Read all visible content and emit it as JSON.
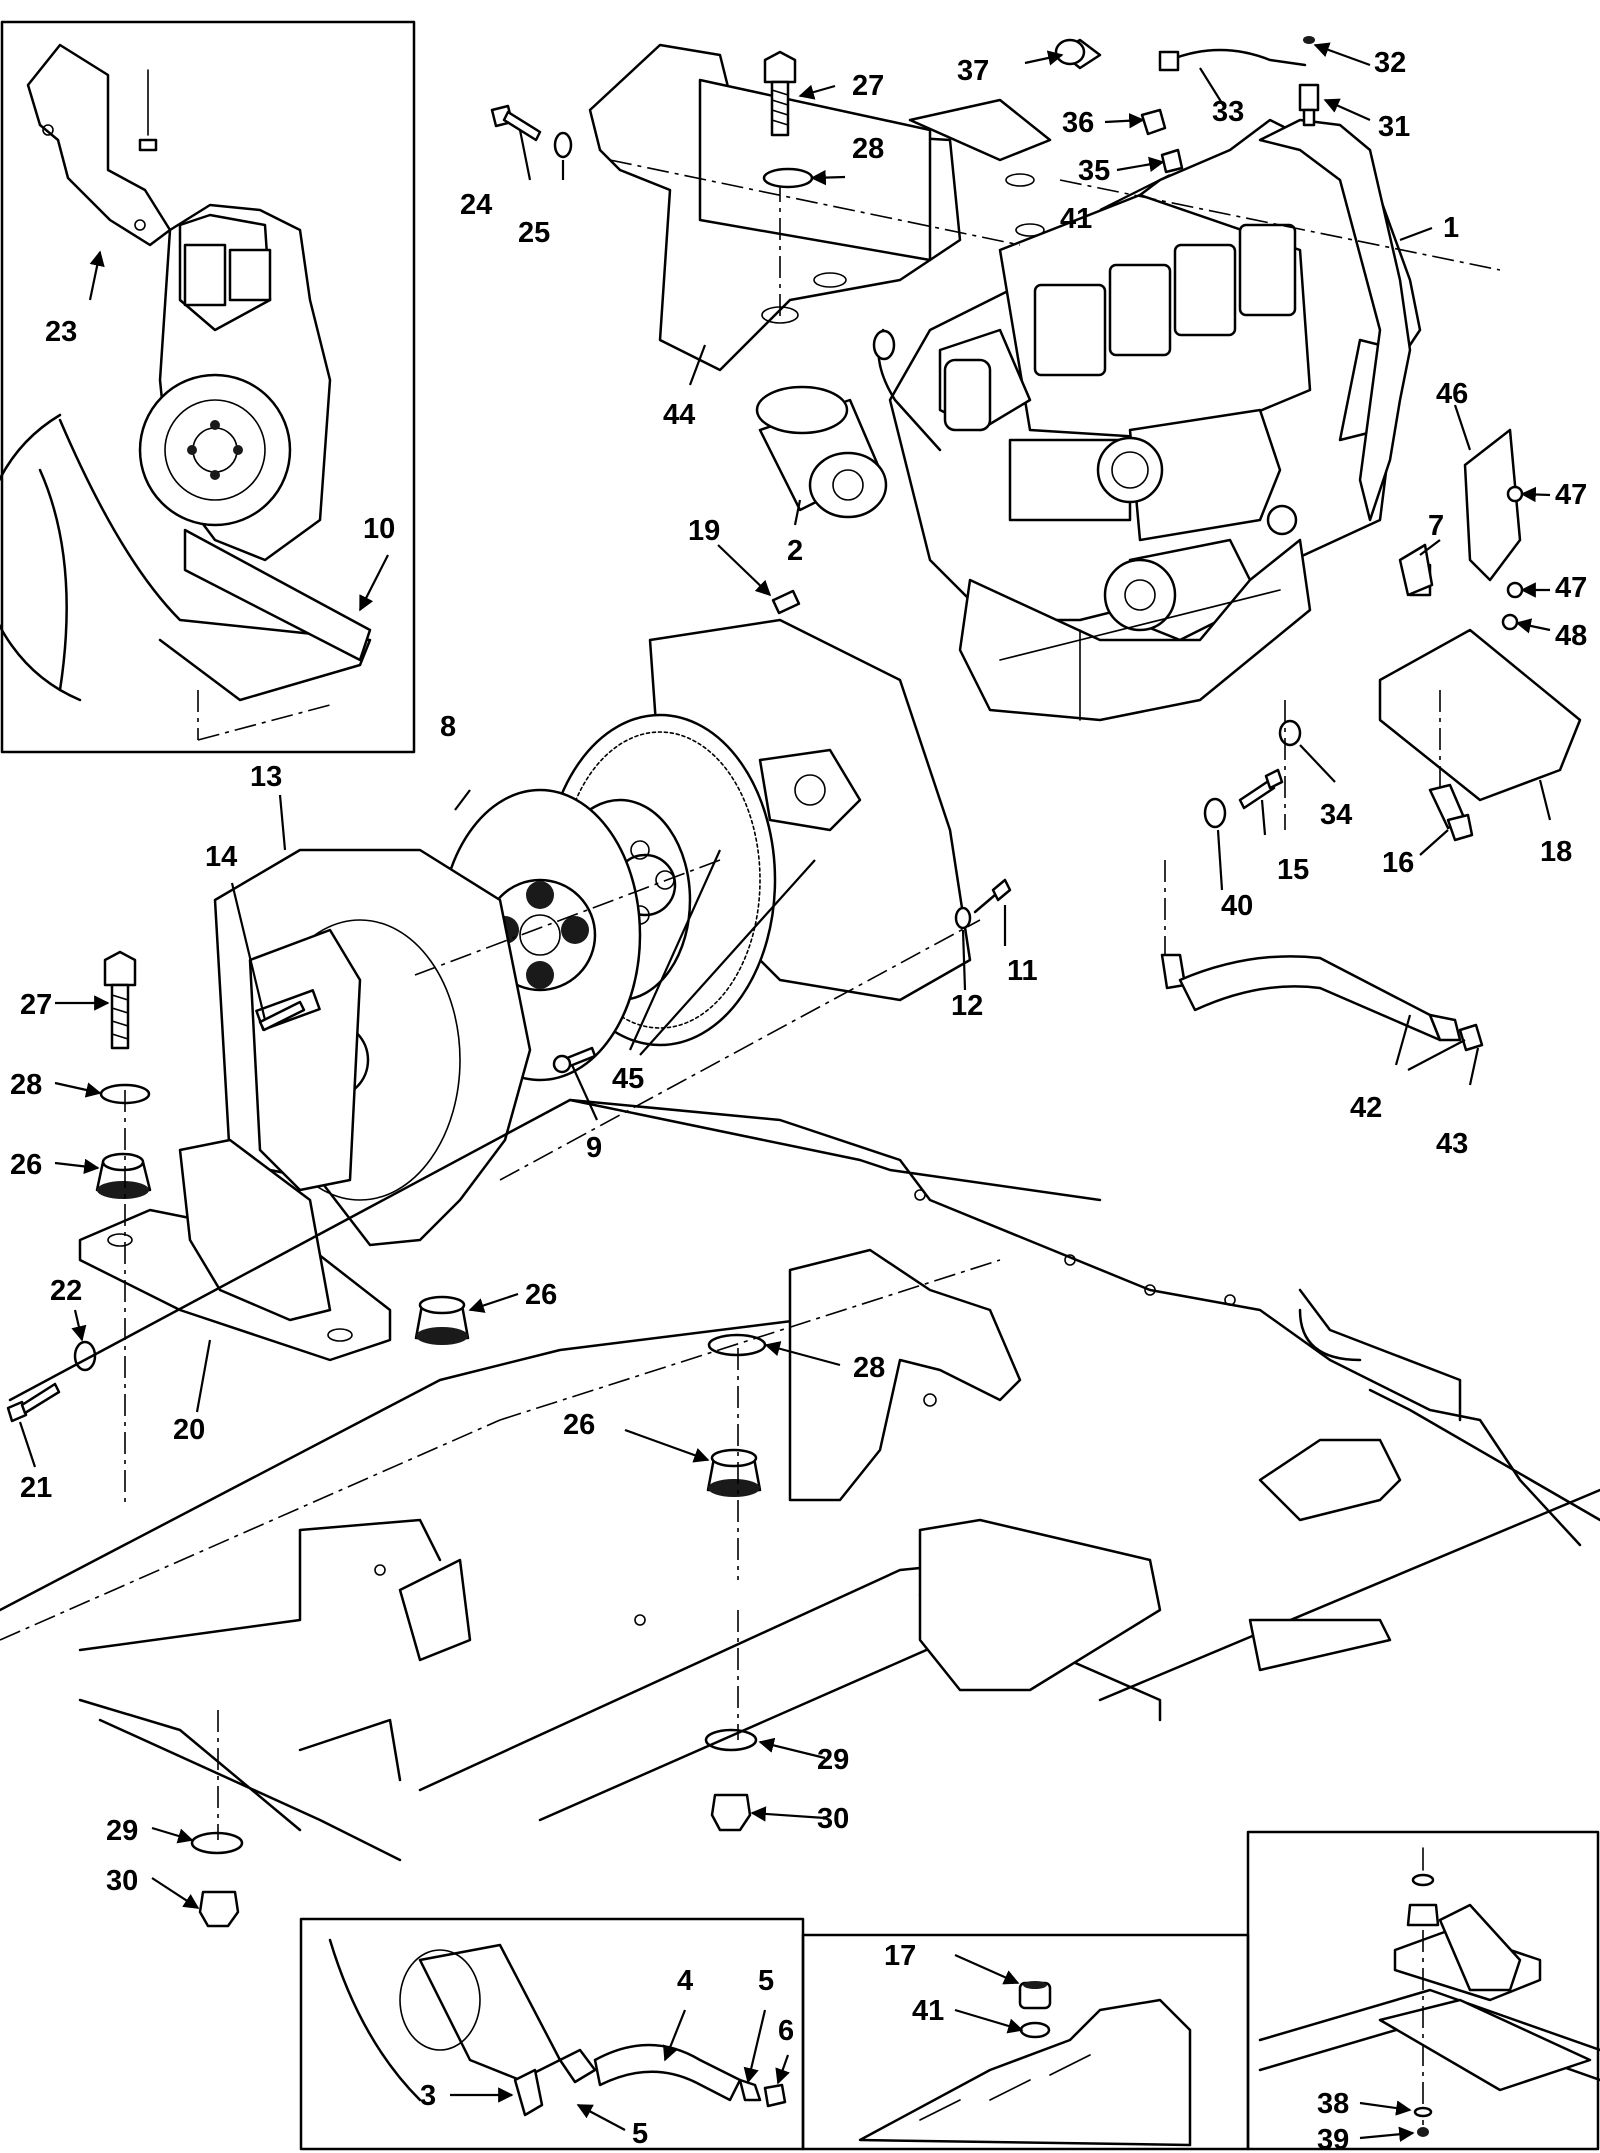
{
  "callouts": {
    "c1": "1",
    "c2": "2",
    "c3": "3",
    "c4": "4",
    "c5a": "5",
    "c5b": "5",
    "c6": "6",
    "c7": "7",
    "c8": "8",
    "c9": "9",
    "c10": "10",
    "c11": "11",
    "c12": "12",
    "c13": "13",
    "c14": "14",
    "c15": "15",
    "c16": "16",
    "c17": "17",
    "c18": "18",
    "c19": "19",
    "c20": "20",
    "c21": "21",
    "c22": "22",
    "c23": "23",
    "c24": "24",
    "c25": "25",
    "c26a": "26",
    "c26b": "26",
    "c26c": "26",
    "c27a": "27",
    "c27b": "27",
    "c28a": "28",
    "c28b": "28",
    "c28c": "28",
    "c29a": "29",
    "c29b": "29",
    "c30a": "30",
    "c30b": "30",
    "c31": "31",
    "c32": "32",
    "c33": "33",
    "c34": "34",
    "c35": "35",
    "c36": "36",
    "c37": "37",
    "c38": "38",
    "c39": "39",
    "c40": "40",
    "c41a": "41",
    "c41b": "41",
    "c42": "42",
    "c43": "43",
    "c44": "44",
    "c45": "45",
    "c46": "46",
    "c47a": "47",
    "c47b": "47",
    "c48": "48"
  }
}
